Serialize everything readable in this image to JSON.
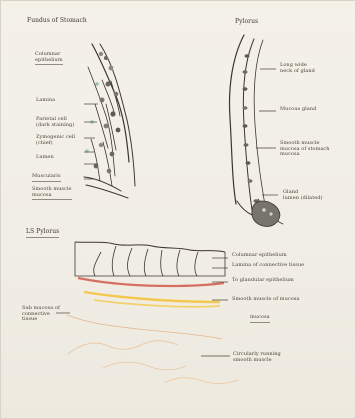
{
  "sketch": {
    "title": "Fundus of Stomach",
    "pylorus_title": "Pylorus",
    "labels": {
      "columnar_epithelium": "Columnar\nepithelium",
      "lamina": "Lamina",
      "parietal_cell": "Parietal cell\n(dark staining)",
      "zymogenic_cell": "Zymogenic cell\n(chief)",
      "lumen": "Lumen",
      "muscularis": "Muscularis",
      "smooth_muscle": "Smooth muscle\nmucosa",
      "long_neck": "Long wide\nneck of gland",
      "mucous_gland": "Mucous gland",
      "smooth_muscle_right": "Smooth muscle\nmucosa of stomach\nmucosa",
      "gland_disc": "Gland\nlumen (dilated)",
      "section_title": "LS Pylorus",
      "columnar_epithelium_2": "Columnar epithelium",
      "connective_tissue": "Lamina of connective tissue",
      "gland_lumen": "To glandular epithelium",
      "smooth_muscle_mucosa": "Smooth muscle of mucosa",
      "mucosa": "mucosa",
      "submucosa": "Sub mucosa of\nconnective\ntissue",
      "circular_muscle": "Circularly running\nsmooth muscle"
    }
  }
}
